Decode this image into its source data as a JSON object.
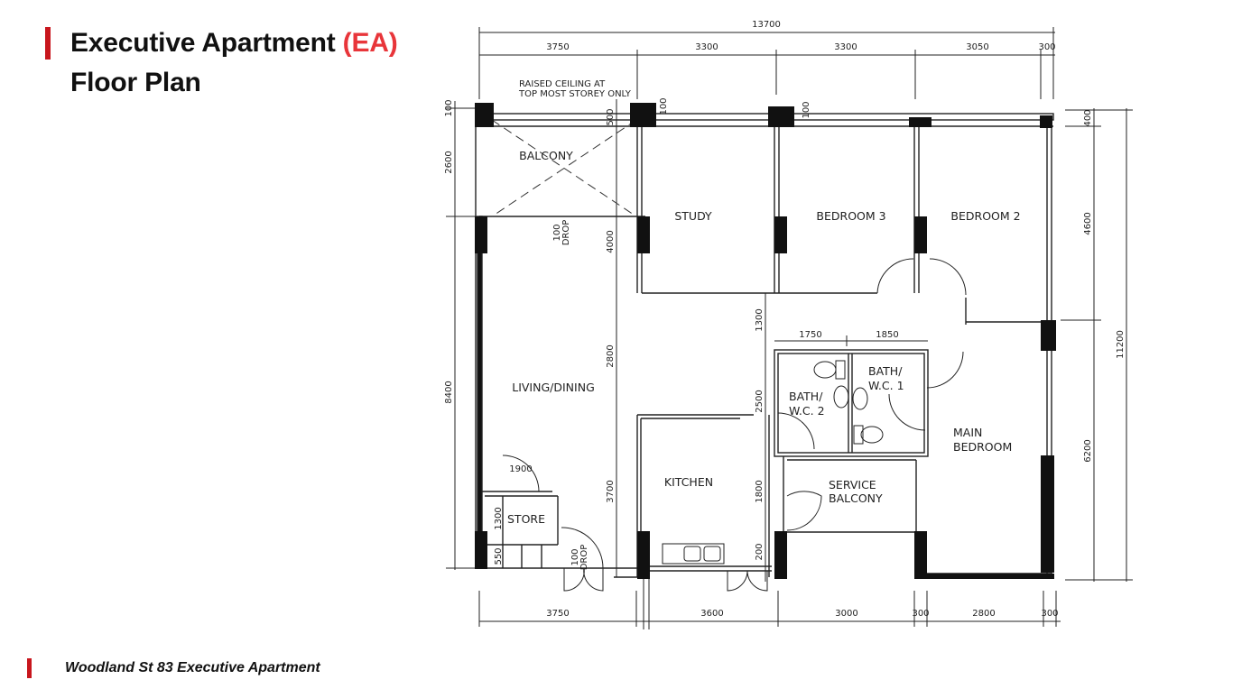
{
  "header": {
    "title_main": "Executive Apartment ",
    "title_highlight": "(EA)",
    "title_line2": "Floor Plan",
    "accent_color": "#c8161d",
    "highlight_color": "#e8353a"
  },
  "footer": {
    "caption": "Woodland St 83 Executive Apartment"
  },
  "floor_plan": {
    "note": [
      "RAISED CEILING AT",
      "TOP MOST STOREY ONLY"
    ],
    "rooms": {
      "balcony": "BALCONY",
      "study": "STUDY",
      "bedroom3": "BEDROOM 3",
      "bedroom2": "BEDROOM 2",
      "living_dining": "LIVING/DINING",
      "bath2_l1": "BATH/",
      "bath2_l2": "W.C. 2",
      "bath1_l1": "BATH/",
      "bath1_l2": "W.C. 1",
      "main_bed_l1": "MAIN",
      "main_bed_l2": "BEDROOM",
      "kitchen": "KITCHEN",
      "service_l1": "SERVICE",
      "service_l2": "BALCONY",
      "store": "STORE"
    },
    "drop_labels": {
      "d1": "100",
      "d2": "DROP",
      "d3": "100",
      "d4": "DROP"
    },
    "dimensions": {
      "top_total": "13700",
      "top": [
        "3750",
        "3300",
        "3300",
        "3050",
        "300"
      ],
      "bottom": [
        "3750",
        "3600",
        "3000",
        "300",
        "2800",
        "300"
      ],
      "left": [
        "100",
        "2600",
        "8400"
      ],
      "inner_left": [
        "500",
        "4000",
        "2800",
        "3700",
        "1300",
        "550"
      ],
      "inner_mid": [
        "1300",
        "2500",
        "1800",
        "200"
      ],
      "bath": [
        "1750",
        "1850"
      ],
      "store_width": "1900",
      "right": [
        "400",
        "4600",
        "6200"
      ],
      "right_total": "11200",
      "top_small": [
        "100",
        "100"
      ]
    }
  }
}
